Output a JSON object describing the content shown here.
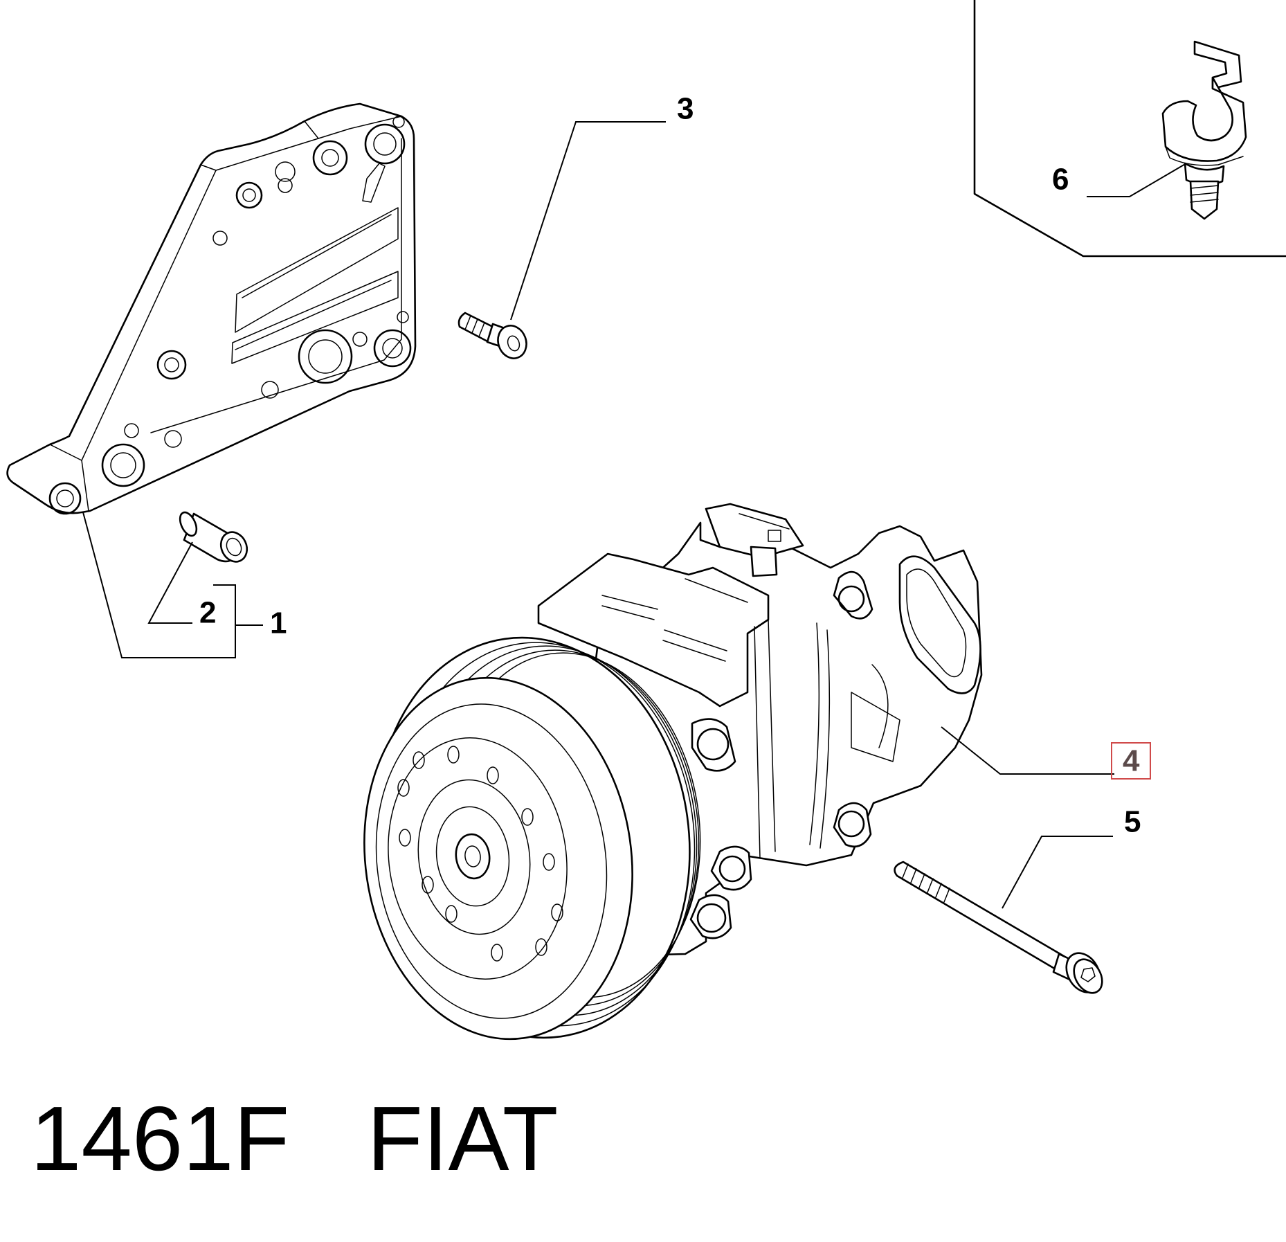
{
  "callouts": {
    "c1": "1",
    "c2": "2",
    "c3": "3",
    "c4": "4",
    "c5": "5",
    "c6": "6"
  },
  "highlighted_callout": "4",
  "highlight_color": "#d04a4a",
  "title": {
    "code": "1461F",
    "brand": "FIAT"
  }
}
